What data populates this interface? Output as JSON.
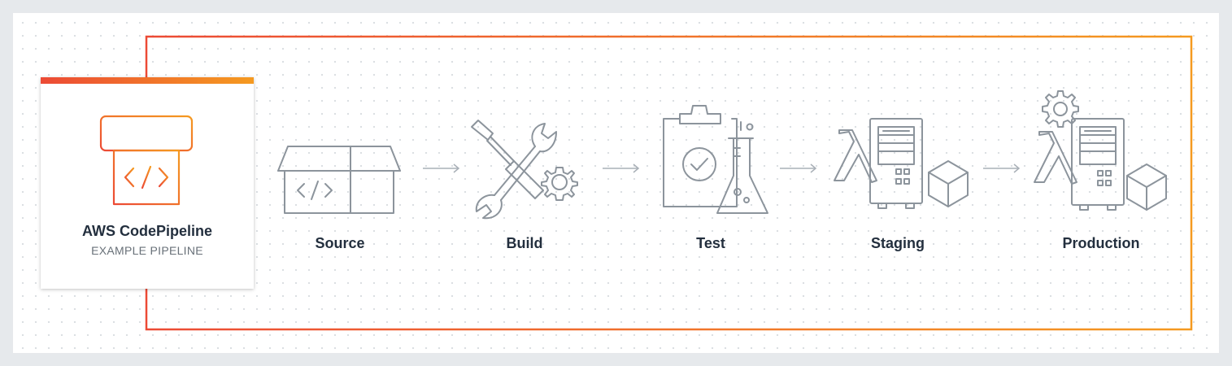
{
  "pipeline": {
    "title": "AWS CodePipeline",
    "subtitle": "EXAMPLE PIPELINE",
    "accent_start": "#ec4a35",
    "accent_end": "#f59a20",
    "icon": "codepipeline-icon"
  },
  "stages": [
    {
      "label": "Source",
      "icon": "source-box-code-icon"
    },
    {
      "label": "Build",
      "icon": "build-tools-gear-icon"
    },
    {
      "label": "Test",
      "icon": "test-clipboard-flask-icon"
    },
    {
      "label": "Staging",
      "icon": "staging-lambda-server-cube-icon"
    },
    {
      "label": "Production",
      "icon": "production-gear-lambda-server-cube-icon"
    }
  ],
  "colors": {
    "icon_stroke": "#8c949c",
    "text_dark": "#232f3e",
    "text_muted": "#687078",
    "background": "#e6e9ec"
  }
}
